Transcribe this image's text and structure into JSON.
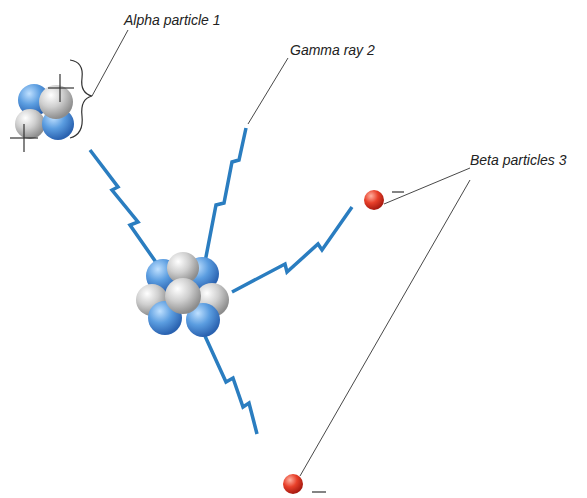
{
  "diagram": {
    "labels": [
      "Alpha particle 1",
      "Gamma ray 2",
      "Beta particles 3"
    ]
  }
}
